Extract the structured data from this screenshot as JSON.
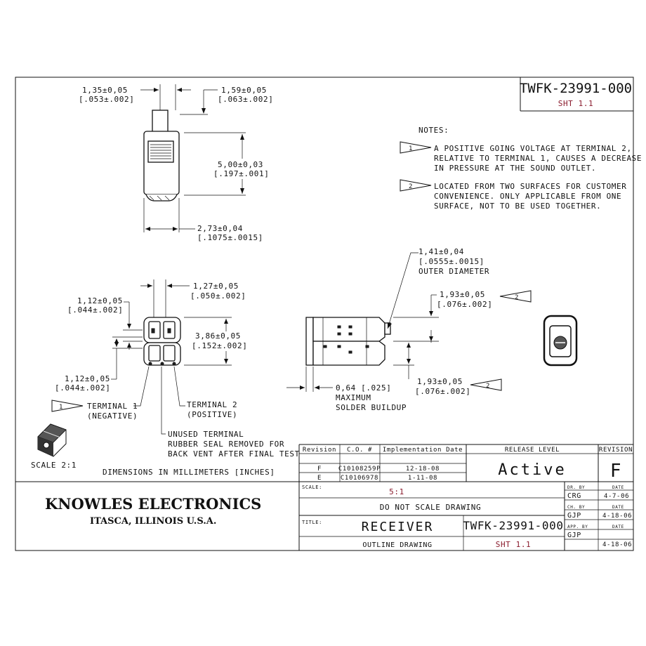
{
  "title_block": {
    "part_number": "TWFK-23991-000",
    "sheet": "SHT 1.1",
    "company": "KNOWLES ELECTRONICS",
    "location": "ITASCA, ILLINOIS U.S.A.",
    "scale_label": "SCALE:",
    "scale_value": "5:1",
    "no_scale_note": "DO NOT SCALE DRAWING",
    "title_label": "TITLE:",
    "title": "RECEIVER",
    "subtitle": "OUTLINE DRAWING",
    "part_number_2": "TWFK-23991-000",
    "sheet_2": "SHT 1.1",
    "release_level_label": "RELEASE LEVEL",
    "release_level": "Active",
    "revision_label": "REVISION",
    "revision": "F",
    "revision_table": {
      "headers": [
        "Revision",
        "C.O. #",
        "Implementation Date"
      ],
      "rows": [
        [
          "F",
          "C10108259P",
          "12-18-08"
        ],
        [
          "E",
          "C10106978",
          "1-11-08"
        ]
      ]
    },
    "approvals": [
      {
        "role": "DR. BY",
        "date_label": "DATE",
        "name": "CRG",
        "date": "4-7-06"
      },
      {
        "role": "CH. BY",
        "date_label": "DATE",
        "name": "GJP",
        "date": "4-18-06"
      },
      {
        "role": "APP. BY",
        "date_label": "DATE",
        "name": "GJP",
        "date": "4-18-06"
      }
    ]
  },
  "notes": {
    "heading": "NOTES:",
    "note1_num": "1",
    "note1_lines": [
      "A POSITIVE GOING VOLTAGE AT TERMINAL 2,",
      "RELATIVE TO TERMINAL 1, CAUSES A DECREASE",
      "IN PRESSURE AT THE SOUND OUTLET."
    ],
    "note2_num": "2",
    "note2_lines": [
      "LOCATED FROM TWO SURFACES FOR CUSTOMER",
      "CONVENIENCE. ONLY APPLICABLE FROM ONE",
      "SURFACE, NOT TO BE USED TOGETHER."
    ]
  },
  "dimensions": {
    "d1": [
      "1,35±0,05",
      "[.053±.002]"
    ],
    "d2": [
      "1,59±0,05",
      "[.063±.002]"
    ],
    "d3": [
      "5,00±0,03",
      "[.197±.001]"
    ],
    "d4": [
      "2,73±0,04",
      "[.1075±.0015]"
    ],
    "d5": [
      "1,27±0,05",
      "[.050±.002]"
    ],
    "d6": [
      "1,12±0,05",
      "[.044±.002]"
    ],
    "d7": [
      "3,86±0,05",
      "[.152±.002]"
    ],
    "d8": [
      "1,12±0,05",
      "[.044±.002]"
    ],
    "d9": [
      "1,41±0,04",
      "[.0555±.0015]",
      "OUTER DIAMETER"
    ],
    "d10": [
      "1,93±0,05",
      "[.076±.002]"
    ],
    "d11": [
      "1,93±0,05",
      "[.076±.002]"
    ],
    "d12": [
      "0,64 [.025]",
      "MAXIMUM",
      "SOLDER BUILDUP"
    ]
  },
  "callouts": {
    "terminal1": [
      "TERMINAL 1",
      "(NEGATIVE)"
    ],
    "terminal2": [
      "TERMINAL 2",
      "(POSITIVE)"
    ],
    "unused": [
      "UNUSED TERMINAL",
      "RUBBER SEAL REMOVED FOR",
      "BACK VENT AFTER FINAL TEST"
    ],
    "scale_view": "SCALE 2:1",
    "units_note": "DIMENSIONS IN MILLIMETERS [INCHES]"
  }
}
